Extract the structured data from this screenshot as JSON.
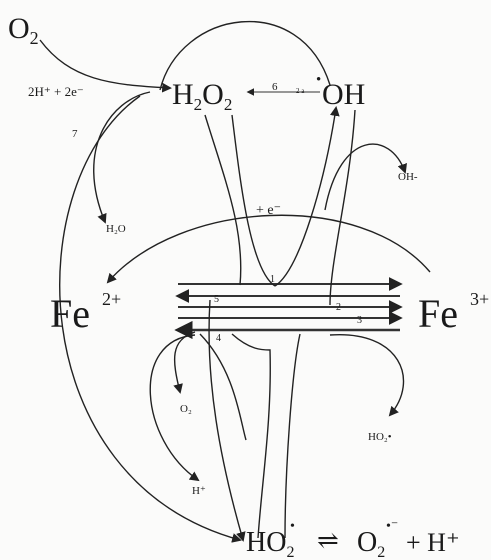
{
  "species": {
    "o2": "O",
    "o2_sub": "2",
    "h2o2_h": "H",
    "h2o2_sub1": "2",
    "h2o2_o": "O",
    "h2o2_sub2": "2",
    "oh_dot": "•",
    "oh": "OH",
    "fe2": "Fe",
    "fe2_charge": "2+",
    "fe3": "Fe",
    "fe3_charge": "3+",
    "electron_gain": "+ e⁻",
    "proton_electron": "2H⁺ + 2e⁻",
    "h2o": "H₂O",
    "oh_minus": "OH-",
    "o2_small": "O₂",
    "h_plus_small": "H⁺",
    "ho2_small": "HO₂•",
    "ho2_ho": "HO",
    "ho2_sub": "2",
    "ho2_dot": "•",
    "o2_radical_o": "O",
    "o2_radical_sub": "2",
    "o2_radical_sup": "•⁻",
    "plus_h": "+ H⁺",
    "equilibrium": "⇌"
  },
  "reaction_numbers": {
    "r1": "1",
    "r2": "2",
    "r3": "3",
    "r4": "4",
    "r5": "5",
    "r6": "6",
    "r6_extra": "2 a",
    "r7": "7"
  }
}
